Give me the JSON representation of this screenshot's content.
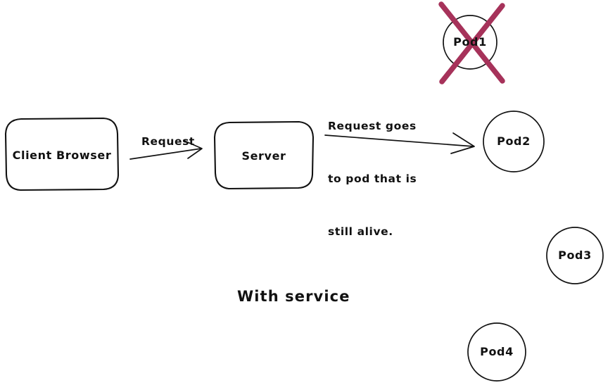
{
  "diagram": {
    "caption": "With service",
    "annotation_lines": [
      "Request goes",
      "to pod that is",
      "still alive."
    ],
    "colors": {
      "ink": "#121212",
      "cross_out": "#a6325a",
      "background": "#ffffff"
    },
    "nodes": {
      "client_browser": {
        "label": "Client Browser",
        "shape": "rounded-rect"
      },
      "server": {
        "label": "Server",
        "shape": "rounded-rect"
      },
      "pod1": {
        "label": "Pod1",
        "shape": "circle",
        "state": "crossed-out"
      },
      "pod2": {
        "label": "Pod2",
        "shape": "circle",
        "state": "alive"
      },
      "pod3": {
        "label": "Pod3",
        "shape": "circle",
        "state": "alive"
      },
      "pod4": {
        "label": "Pod4",
        "shape": "circle",
        "state": "alive"
      }
    },
    "edges": [
      {
        "label": "Request",
        "from": "client_browser",
        "to": "server"
      },
      {
        "label": "",
        "from": "server",
        "to": "pod2"
      }
    ]
  }
}
